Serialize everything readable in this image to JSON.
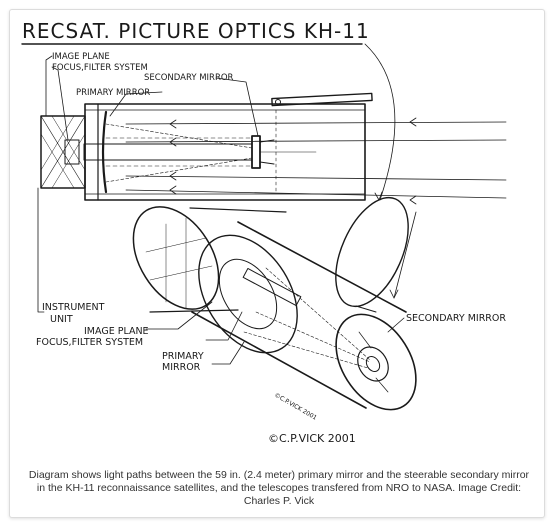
{
  "figure": {
    "title": "RECSAT. PICTURE OPTICS KH-11",
    "labels": {
      "image_plane_top": "IMAGE PLANE",
      "focus_filter_top": "FOCUS,FILTER SYSTEM",
      "secondary_mirror_top": "SECONDARY MIRROR",
      "primary_mirror_top": "PRIMARY MIRROR",
      "instrument_unit_1": "INSTRUMENT",
      "instrument_unit_2": "UNIT",
      "image_plane_bottom": "IMAGE PLANE",
      "focus_filter_bottom": "FOCUS,FILTER SYSTEM",
      "secondary_mirror_bottom": "SECONDARY MIRROR",
      "primary_mirror_bottom_1": "PRIMARY",
      "primary_mirror_bottom_2": "MIRROR",
      "copyright_small": "©C.P.VICK 2001",
      "copyright": "©C.P.VICK 2001"
    }
  },
  "caption": "Diagram shows light paths between the 59 in. (2.4 meter) primary mirror and the steerable secondary mirror in the KH-11 reconnaissance satellites, and the telescopes transfered from NRO to NASA. Image Credit: Charles P. Vick"
}
